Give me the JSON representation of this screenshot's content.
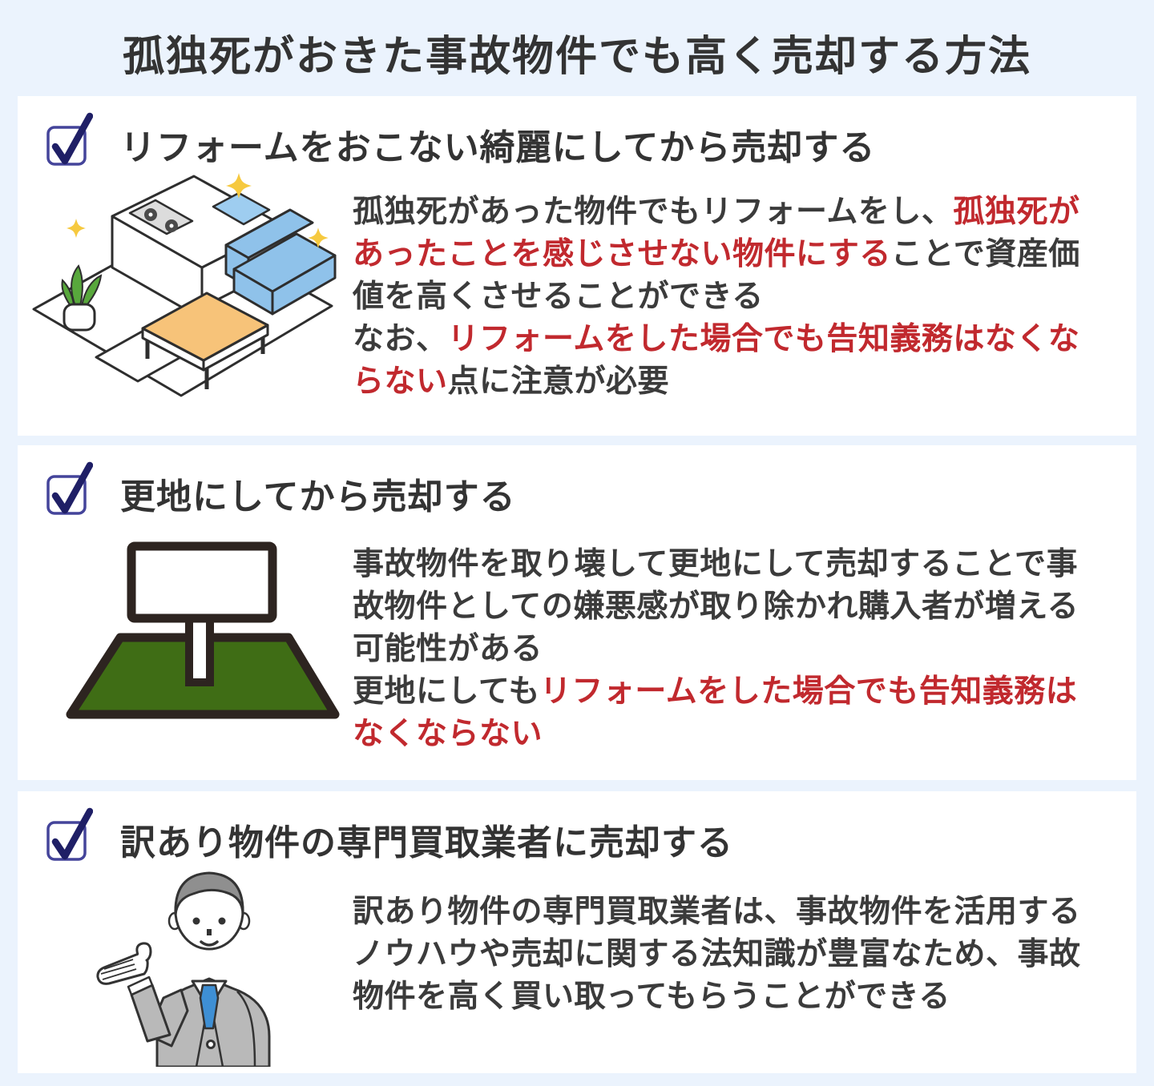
{
  "page": {
    "title": "孤独死がおきた事故物件でも高く売却する方法"
  },
  "colors": {
    "background": "#ebf3fd",
    "card": "#ffffff",
    "heading_text": "#333333",
    "body_text": "#3b3b3b",
    "accent_red": "#c1292e",
    "checkbox_box": "#44449a",
    "checkbox_check": "#1f1f66",
    "sofa_blue": "#8fc2ea",
    "table_orange": "#f7c379",
    "sparkle_yellow": "#f6c93f",
    "leaf_green": "#58a83c",
    "land_green": "#3f6d15",
    "outline_dark": "#2d2420",
    "suit_gray": "#b9b9b9",
    "hair_gray": "#8f8f8f",
    "tie_blue": "#3e8fd4"
  },
  "sections": [
    {
      "icon": "clean-room-illustration",
      "label": "リフォームをおこない綺麗にしてから売却する",
      "paragraphs": [
        [
          {
            "text": "孤独死があった物件でもリフォームをし、",
            "em": false
          },
          {
            "text": "孤独死があったことを感じさせない物件にする",
            "em": true
          },
          {
            "text": "ことで資産価値を高くさせることができる",
            "em": false
          }
        ],
        [
          {
            "text": "なお、",
            "em": false
          },
          {
            "text": "リフォームをした場合でも告知義務はなくならない",
            "em": true
          },
          {
            "text": "点に注意が必要",
            "em": false
          }
        ]
      ]
    },
    {
      "icon": "vacant-land-illustration",
      "label": "更地にしてから売却する",
      "paragraphs": [
        [
          {
            "text": "事故物件を取り壊して更地にして売却することで事故物件としての嫌悪感が取り除かれ購入者が増える可能性がある",
            "em": false
          }
        ],
        [
          {
            "text": "更地にしても",
            "em": false
          },
          {
            "text": "リフォームをした場合でも告知義務はなくならない",
            "em": true
          }
        ]
      ]
    },
    {
      "icon": "businessman-illustration",
      "label": "訳あり物件の専門買取業者に売却する",
      "paragraphs": [
        [
          {
            "text": "訳あり物件の専門買取業者は、事故物件を活用するノウハウや売却に関する法知識が豊富なため、事故物件を高く買い取ってもらうことができる",
            "em": false
          }
        ]
      ]
    }
  ]
}
